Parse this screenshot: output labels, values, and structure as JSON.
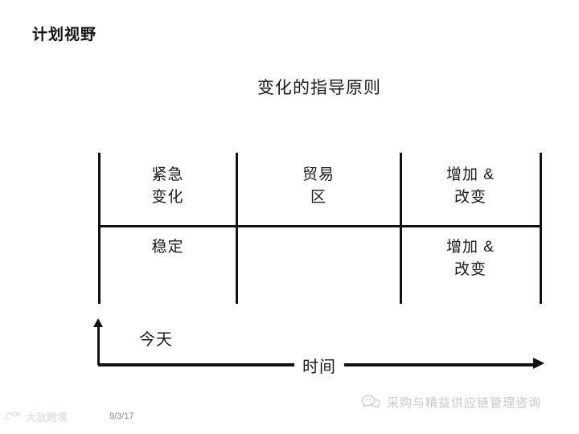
{
  "slide": {
    "title": "计划视野",
    "subtitle": "变化的指导原则"
  },
  "matrix": {
    "rows": [
      {
        "cells": [
          {
            "text": "紧急\n变化"
          },
          {
            "text": "贸易\n区"
          },
          {
            "text": "增加 &\n改变"
          }
        ]
      },
      {
        "cells": [
          {
            "text": "稳定"
          },
          {
            "text": ""
          },
          {
            "text": "增加 &\n改变"
          }
        ]
      }
    ]
  },
  "axes": {
    "vertical_label": "今天",
    "horizontal_label": "时间",
    "vertical_arrow_icon": "arrow-up-icon",
    "horizontal_arrow_icon": "arrow-right-icon"
  },
  "footer": {
    "date": "9/3/17",
    "watermark_text": "大敌跨境",
    "watermark_icon": "watermark-logo-icon",
    "brand_text": "采购与精益供应链管理咨询",
    "brand_icon": "wechat-icon"
  },
  "colors": {
    "ink": "#111111",
    "text": "#1a1a1a",
    "muted": "#888888",
    "background": "#ffffff"
  }
}
